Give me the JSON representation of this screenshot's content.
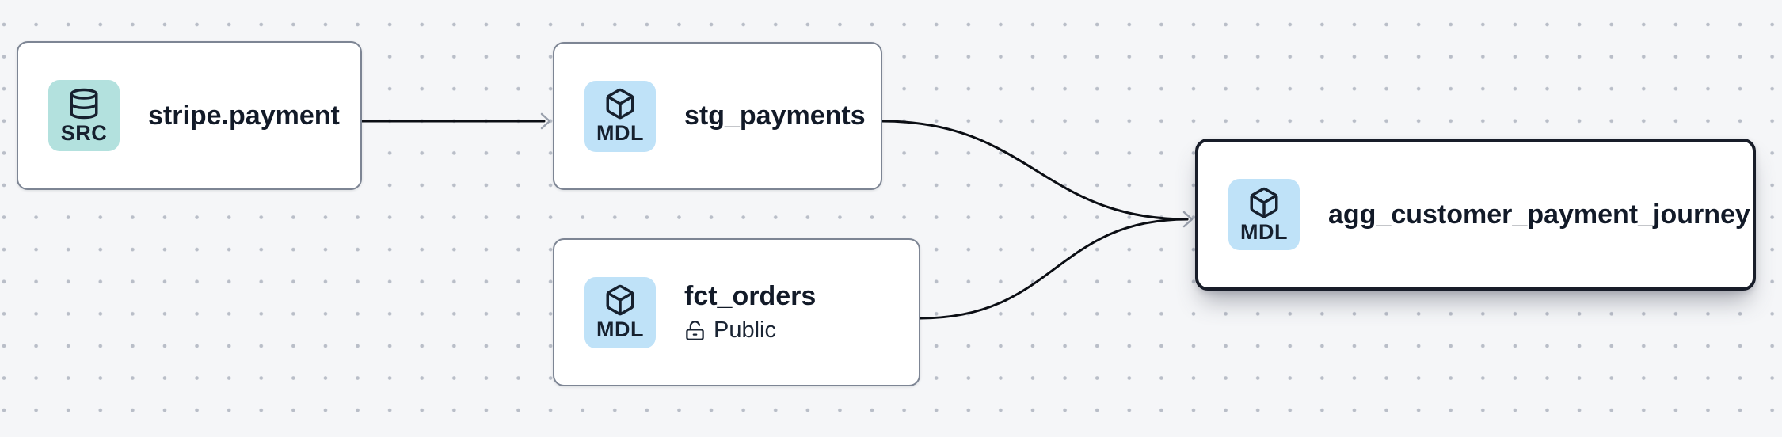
{
  "diagram": {
    "nodes": [
      {
        "id": "stripe-payment",
        "title": "stripe.payment",
        "badge": "SRC",
        "icon": "database-icon",
        "selected": false
      },
      {
        "id": "stg-payments",
        "title": "stg_payments",
        "badge": "MDL",
        "icon": "box-icon",
        "selected": false
      },
      {
        "id": "fct-orders",
        "title": "fct_orders",
        "badge": "MDL",
        "icon": "box-icon",
        "access": "Public",
        "access_icon": "unlock-icon",
        "selected": false
      },
      {
        "id": "agg-customer-payment-journey",
        "title": "agg_customer_payment_journey",
        "badge": "MDL",
        "icon": "box-icon",
        "selected": true
      }
    ],
    "edges": [
      {
        "from": "stripe.payment",
        "to": "stg_payments"
      },
      {
        "from": "stg_payments",
        "to": "agg_customer_payment_journey"
      },
      {
        "from": "fct_orders",
        "to": "agg_customer_payment_journey"
      }
    ],
    "colors": {
      "canvas_bg": "#f5f6f8",
      "grid_dot": "#b9bec8",
      "node_bg": "#ffffff",
      "node_border": "#7d8594",
      "selected_node_border": "#181d29",
      "source_badge_bg": "#b3e1de",
      "model_badge_bg": "#bfe2f8",
      "title_text": "#121a28",
      "edge_line": "#0b0e14",
      "arrowhead": "#9aa1ad"
    }
  }
}
